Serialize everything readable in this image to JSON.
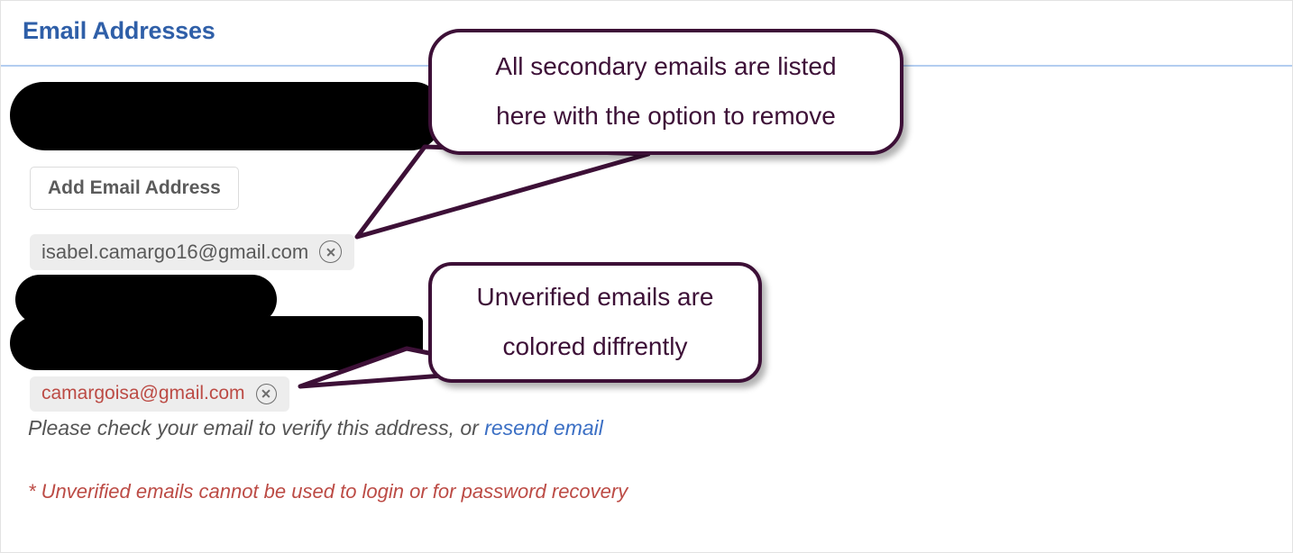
{
  "header": {
    "title": "Email Addresses"
  },
  "colors": {
    "title_blue": "#2f5fa8",
    "divider_blue": "#b3cdf0",
    "chip_background": "#ededed",
    "verified_text": "#5a5a5a",
    "unverified_red": "#bc4b45",
    "link_blue": "#3b6fc4",
    "callout_purple": "#3d1037",
    "redaction_black": "#000000"
  },
  "main": {
    "add_email_button": "Add Email Address",
    "emails": [
      {
        "address": "isabel.camargo16@gmail.com",
        "status": "verified",
        "remove_icon": "close-circle-icon"
      },
      {
        "address": "camargoisa@gmail.com",
        "status": "unverified",
        "remove_icon": "close-circle-icon"
      }
    ],
    "verify_note": {
      "text": "Please check your email to verify this address, or",
      "link": "resend email"
    },
    "warning_note": "* Unverified emails cannot be used to login or for password recovery"
  },
  "annotations": [
    {
      "id": "callout-secondary-emails",
      "lines": [
        "All secondary emails are listed",
        "here with the option to remove"
      ]
    },
    {
      "id": "callout-unverified-color",
      "lines": [
        "Unverified emails are",
        "colored diffrently"
      ]
    }
  ]
}
